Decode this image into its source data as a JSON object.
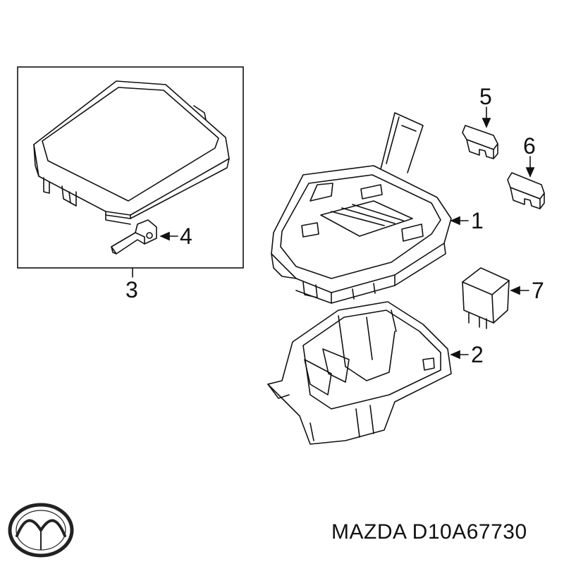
{
  "callouts": {
    "c1": "1",
    "c2": "2",
    "c3": "3",
    "c4": "4",
    "c5": "5",
    "c6": "6",
    "c7": "7"
  },
  "footer": {
    "part_number": "MAZDA D10A67730",
    "logo_icon": "mazda-logo-icon"
  },
  "colors": {
    "line": "#111111",
    "background": "#ffffff"
  }
}
